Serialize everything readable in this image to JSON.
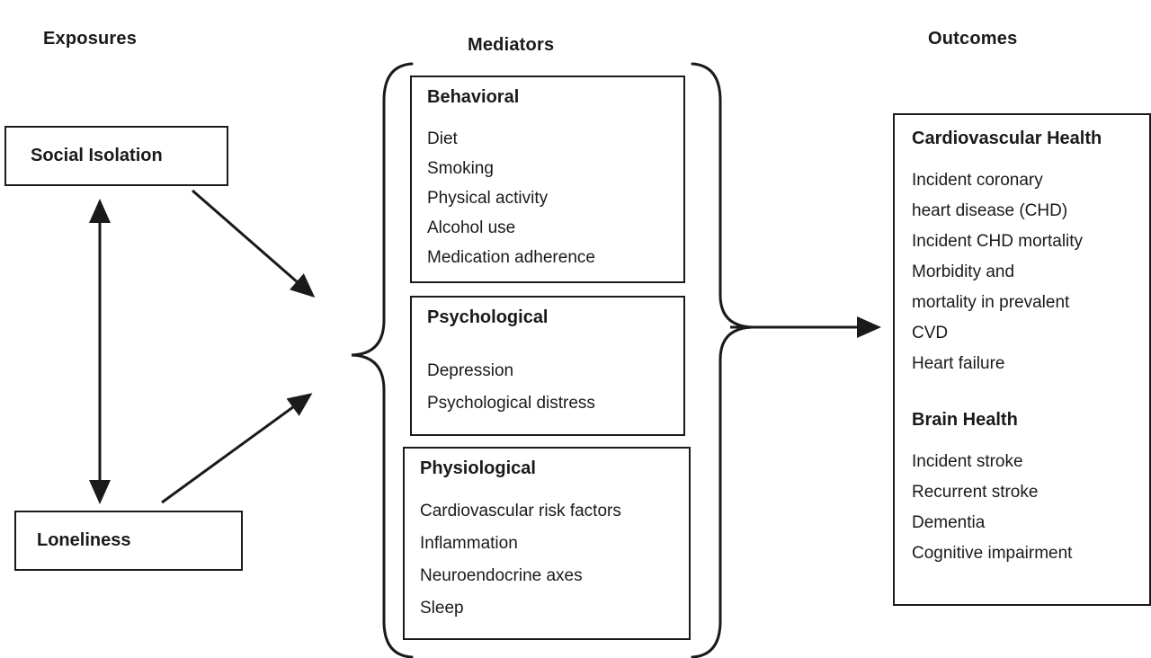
{
  "headers": {
    "exposures": "Exposures",
    "mediators": "Mediators",
    "outcomes": "Outcomes"
  },
  "exposures": {
    "social_isolation": "Social Isolation",
    "loneliness": "Loneliness"
  },
  "mediators": [
    {
      "title": "Behavioral",
      "items": [
        "Diet",
        "Smoking",
        "Physical activity",
        "Alcohol use",
        "Medication adherence"
      ]
    },
    {
      "title": "Psychological",
      "items": [
        "Depression",
        "Psychological distress"
      ]
    },
    {
      "title": "Physiological",
      "items": [
        "Cardiovascular risk factors",
        "Inflammation",
        "Neuroendocrine axes",
        "Sleep"
      ]
    }
  ],
  "outcomes": [
    {
      "title": "Cardiovascular Health",
      "items": [
        "Incident coronary\nheart disease (CHD)",
        "Incident CHD mortality",
        "Morbidity and\nmortality in prevalent\nCVD",
        "Heart failure"
      ]
    },
    {
      "title": "Brain Health",
      "items": [
        "Incident stroke",
        "Recurrent stroke",
        "Dementia",
        "Cognitive impairment"
      ]
    }
  ],
  "colors": {
    "ink": "#1a1a1a",
    "background": "#ffffff"
  }
}
